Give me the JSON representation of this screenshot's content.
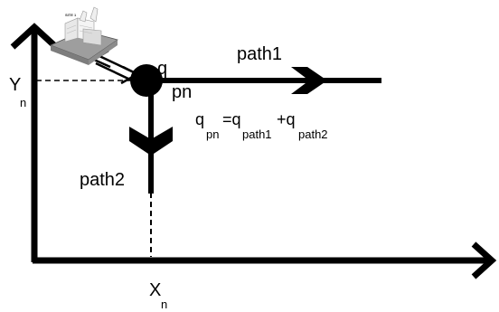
{
  "labels": {
    "y_main": "Y",
    "y_sub": "n",
    "x_main": "X",
    "x_sub": "n",
    "node_name": "pn",
    "node_prefix": "q",
    "path1": "path1",
    "path2": "path2",
    "site": "SITE 1"
  },
  "equation": {
    "lhs_main": "q",
    "lhs_sub": "pn",
    "eq_main": "=q",
    "eq_sub": "path1",
    "plus_main": "+q",
    "plus_sub": "path2"
  },
  "colors": {
    "ink": "#000000",
    "building_base": "#b5b5b5",
    "building_face": "#e8e8e8"
  }
}
